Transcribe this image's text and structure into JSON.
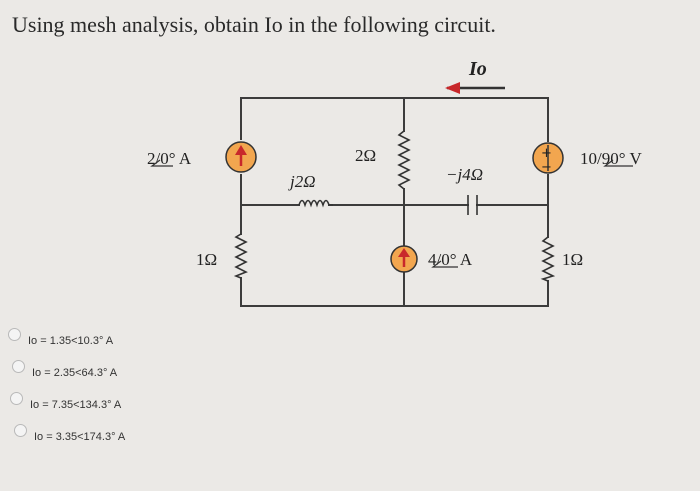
{
  "question": {
    "text": "Using mesh analysis, obtain Io in the following circuit."
  },
  "circuit": {
    "output_current_label": "Io",
    "current_source_left_label": "2/0° A",
    "resistor_left_label": "1Ω",
    "inductor_label": "j2Ω",
    "resistor_middle_label": "2Ω",
    "capacitor_label": "−j4Ω",
    "current_source_middle_label": "4/0° A",
    "voltage_source_label": "10/90° V",
    "resistor_right_label": "1Ω"
  },
  "options": [
    {
      "label": "Io = 1.35<10.3° A"
    },
    {
      "label": "Io = 2.35<64.3° A"
    },
    {
      "label": "Io = 7.35<134.3° A"
    },
    {
      "label": "Io = 3.35<174.3° A"
    }
  ],
  "colors": {
    "background": "#ebe9e6",
    "wire": "#3c3c3c",
    "source_fill": "#f2a64f",
    "arrow_red": "#c8282b"
  }
}
